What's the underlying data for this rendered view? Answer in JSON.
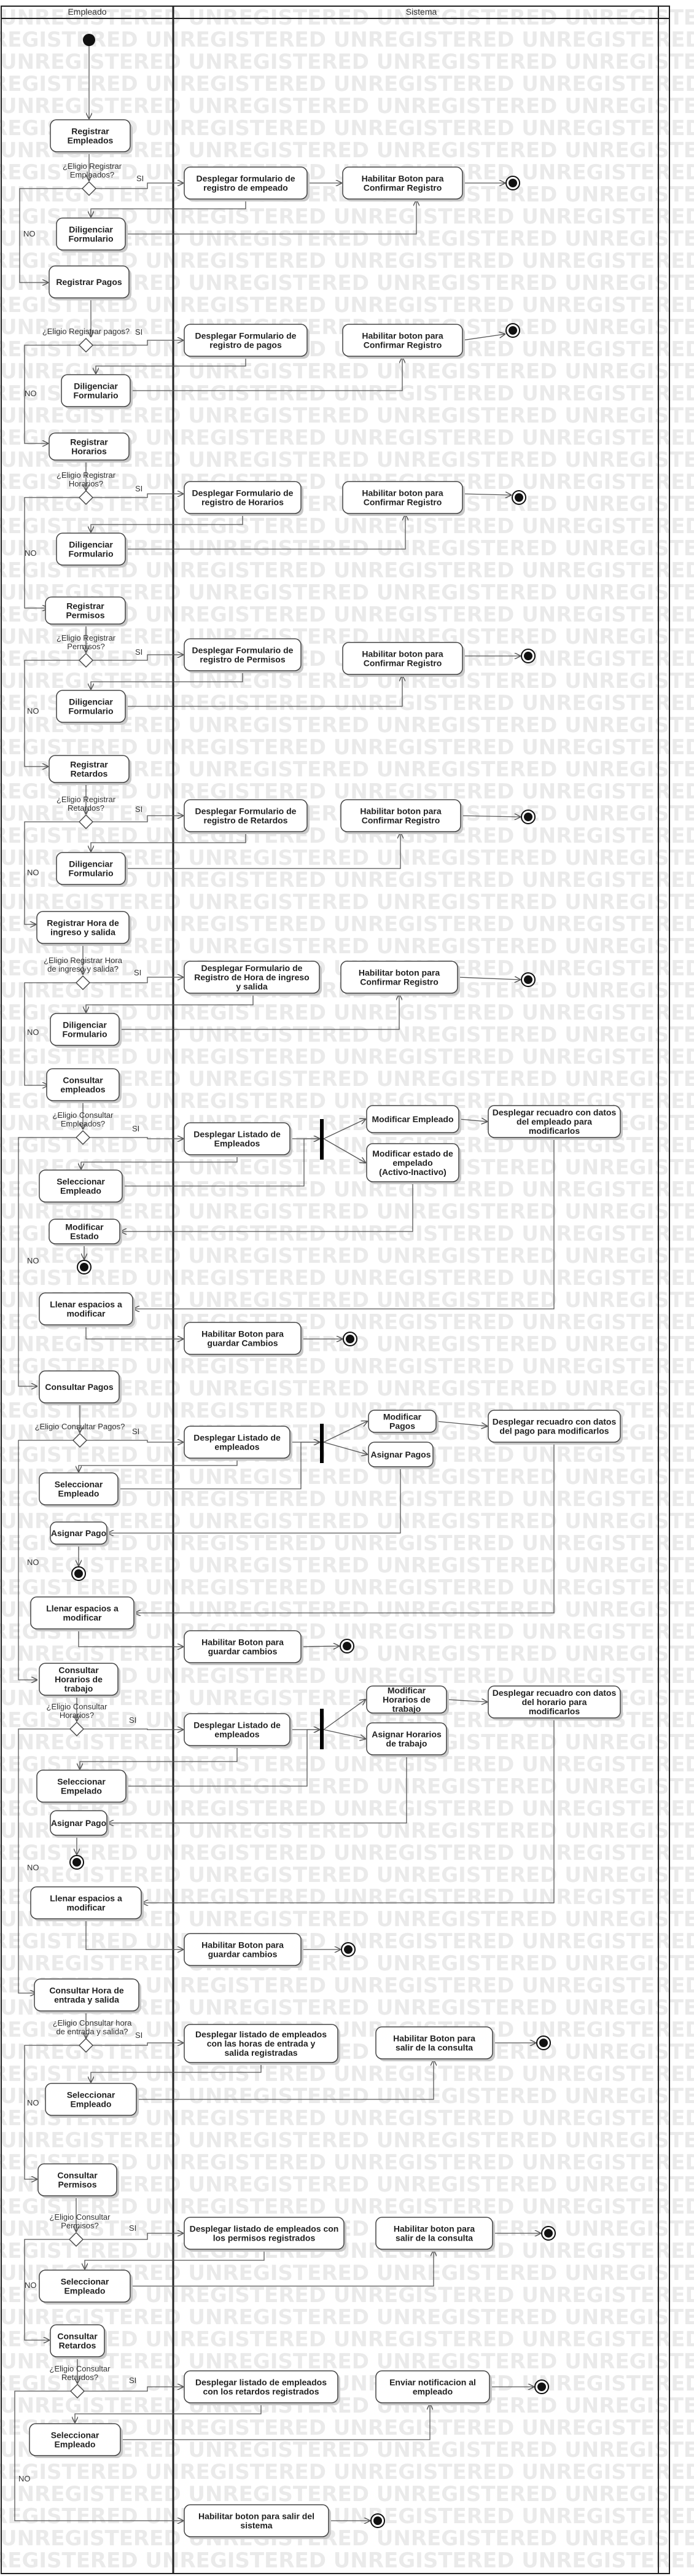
{
  "watermark": "UNREGISTERED",
  "lanes": [
    "Empleado",
    "Sistema"
  ],
  "nodes": {
    "registrar_empleados": "Registrar Empleados",
    "q_registrar_empleados": "¿Eligio Registrar Empleados?",
    "desplegar_form_empleado": "Desplegar formulario de registro de empeado",
    "habilitar_confirmar_1": "Habilitar Boton para Confirmar Registro",
    "diligenciar_1": "Diligenciar Formulario",
    "registrar_pagos": "Registrar Pagos",
    "q_registrar_pagos": "¿Eligio Registrar pagos?",
    "desplegar_form_pagos": "Desplegar Formulario de registro de pagos",
    "habilitar_confirmar_2": "Habilitar boton para Confirmar Registro",
    "diligenciar_2": "Diligenciar Formulario",
    "registrar_horarios": "Registrar Horarios",
    "q_registrar_horarios": "¿Eligio Registrar Horarios?",
    "desplegar_form_horarios": "Desplegar Formulario de registro de Horarios",
    "habilitar_confirmar_3": "Habilitar boton para Confirmar Registro",
    "diligenciar_3": "Diligenciar Formulario",
    "registrar_permisos": "Registrar Permisos",
    "q_registrar_permisos": "¿Eligio Registrar Permisos?",
    "desplegar_form_permisos": "Desplegar Formulario de registro de Permisos",
    "habilitar_confirmar_4": "Habilitar boton para Confirmar Registro",
    "diligenciar_4": "Diligenciar Formulario",
    "registrar_retardos": "Registrar Retardos",
    "q_registrar_retardos": "¿Eligio Registrar Retardos?",
    "desplegar_form_retardos": "Desplegar Formulario de registro de Retardos",
    "habilitar_confirmar_5": "Habilitar boton para Confirmar Registro",
    "diligenciar_5": "Diligenciar Formulario",
    "registrar_hora": "Registrar Hora de ingreso y salida",
    "q_registrar_hora": "¿Eligio Registrar Hora de ingreso y salida?",
    "desplegar_form_hora": "Desplegar Formulario de Registro de Hora de ingreso y salida",
    "habilitar_confirmar_6": "Habilitar boton para Confirmar Registro",
    "diligenciar_6": "Diligenciar Formulario",
    "consultar_empleados": "Consultar empleados",
    "q_consultar_empleados": "¿Eligio Consultar Empleados?",
    "desplegar_listado_empleados": "Desplegar Listado de Empleados",
    "modificar_empleado": "Modificar Empleado",
    "modificar_estado_empleado": "Modificar estado de empelado (Activo-Inactivo)",
    "recuadro_empleado": "Desplegar recuadro con datos del empleado para modificarlos",
    "seleccionar_empleado_1": "Seleccionar Empleado",
    "modificar_estado": "Modificar Estado",
    "llenar_espacios_1": "Llenar espacios a modificar",
    "habilitar_guardar_1": "Habilitar Boton para guardar Cambios",
    "consultar_pagos": "Consultar Pagos",
    "q_consultar_pagos": "¿Eligio Consultar Pagos?",
    "desplegar_listado_2": "Desplegar Listado de empleados",
    "modificar_pagos": "Modificar Pagos",
    "asignar_pagos_s": "Asignar Pagos",
    "recuadro_pago": "Desplegar recuadro con datos del pago para modificarlos",
    "seleccionar_empleado_2": "Seleccionar Empleado",
    "asignar_pago_1": "Asignar Pago",
    "llenar_espacios_2": "Llenar espacios a modificar",
    "habilitar_guardar_2": "Habilitar Boton para guardar cambios",
    "consultar_horarios": "Consultar Horarios de trabajo",
    "q_consultar_horarios": "¿Eligio Consultar Horarios?",
    "desplegar_listado_3": "Desplegar Listado de empleados",
    "modificar_horarios": "Modificar Horarios de trabajo",
    "asignar_horarios": "Asignar Horarios de trabajo",
    "recuadro_horario": "Desplegar recuadro con datos del horario para modificarlos",
    "seleccionar_empleado_3": "Seleccionar Empelado",
    "asignar_pago_2": "Asignar Pago",
    "llenar_espacios_3": "Llenar espacios a modificar",
    "habilitar_guardar_3": "Habilitar Boton para guardar cambios",
    "consultar_hora": "Consultar Hora de entrada y salida",
    "q_consultar_hora": "¿Eligio Consultar hora de entrada y salida?",
    "desplegar_listado_hora": "Desplegar listado de empleados con las horas de entrada y salida registradas",
    "habilitar_salir_1": "Habilitar Boton para salir de la consulta",
    "seleccionar_empleado_4": "Seleccionar Empleado",
    "consultar_permisos": "Consultar Permisos",
    "q_consultar_permisos": "¿Eligio Consultar Permisos?",
    "desplegar_listado_permisos": "Desplegar listado de empleados con los permisos registrados",
    "habilitar_salir_2": "Habilitar boton para salir de la consulta",
    "seleccionar_empleado_5": "Seleccionar Empleado",
    "consultar_retardos": "Consultar Retardos",
    "q_consultar_retardos": "¿Eligio Consultar Retardos?",
    "desplegar_listado_retardos": "Desplegar listado de empleados con los retardos registrados",
    "enviar_notificacion": "Enviar notificacion al empleado",
    "seleccionar_empleado_6": "Seleccionar Empleado",
    "habilitar_salir_3": "Habilitar boton para salir del sistema"
  },
  "guard_si": "SI",
  "guard_no": "NO"
}
